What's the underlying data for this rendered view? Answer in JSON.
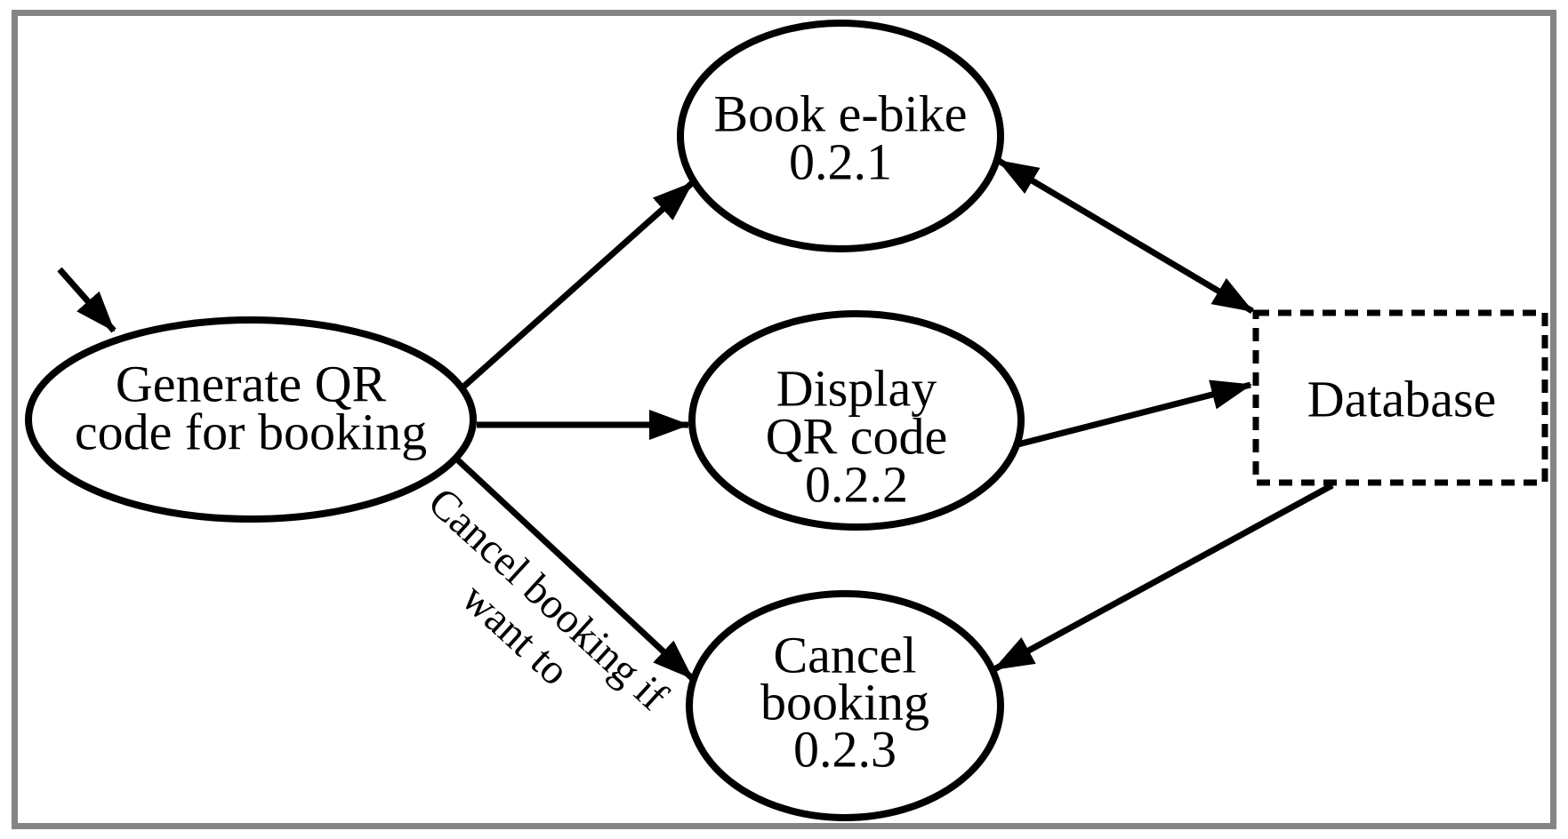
{
  "colors": {
    "background": "#ffffff",
    "frame": "#848484",
    "shape_stroke": "#000000",
    "text": "#000000"
  },
  "nodes": {
    "generate_qr": {
      "label_lines": [
        "Generate QR",
        "code for booking"
      ]
    },
    "book_ebike": {
      "label_lines": [
        "Book e-bike",
        "0.2.1"
      ]
    },
    "display_qr": {
      "label_lines": [
        "Display",
        "QR code",
        "0.2.2"
      ]
    },
    "cancel_booking": {
      "label_lines": [
        "Cancel",
        "booking",
        "0.2.3"
      ]
    },
    "database": {
      "label": "Database"
    }
  },
  "edge_labels": {
    "cancel_condition": {
      "line1": "Cancel booking if",
      "line2": "want to"
    }
  },
  "edges": [
    {
      "from": "start",
      "to": "generate_qr",
      "direction": "one-way"
    },
    {
      "from": "generate_qr",
      "to": "book_ebike",
      "direction": "one-way"
    },
    {
      "from": "generate_qr",
      "to": "display_qr",
      "direction": "one-way"
    },
    {
      "from": "generate_qr",
      "to": "cancel_booking",
      "direction": "one-way",
      "label": "Cancel booking if want to"
    },
    {
      "from": "book_ebike",
      "to": "database",
      "direction": "two-way"
    },
    {
      "from": "display_qr",
      "to": "database",
      "direction": "one-way"
    },
    {
      "from": "database",
      "to": "cancel_booking",
      "direction": "one-way"
    }
  ]
}
